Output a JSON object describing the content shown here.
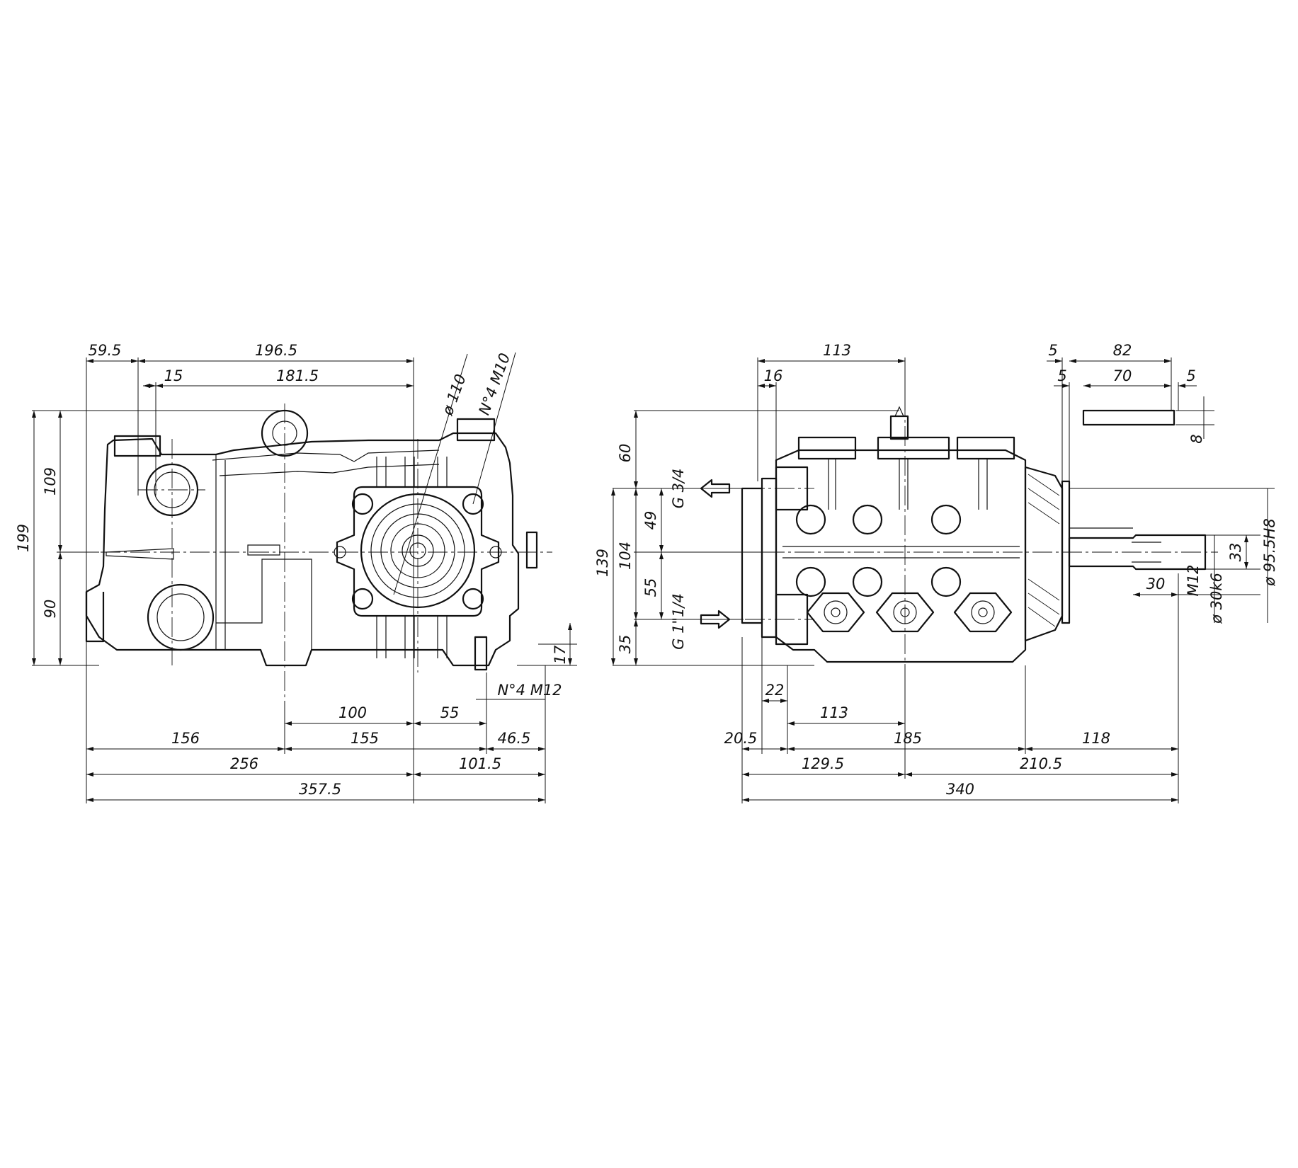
{
  "views": {
    "side": {
      "horizontal": {
        "d59_5": "59.5",
        "d196_5": "196.5",
        "d15": "15",
        "d181_5": "181.5",
        "d100": "100",
        "d55": "55",
        "d156": "156",
        "d155": "155",
        "d46_5": "46.5",
        "d256": "256",
        "d101_5": "101.5",
        "d357_5": "357.5"
      },
      "vertical": {
        "d199": "199",
        "d109": "109",
        "d90": "90",
        "d17": "17"
      },
      "notes": {
        "flange_dia": "ø 110",
        "flange_bolts": "N°4 M10",
        "foot_bolts": "N°4 M12"
      }
    },
    "front": {
      "horizontal": {
        "d113_top": "113",
        "d16": "16",
        "d5_a": "5",
        "d82": "82",
        "d5_b": "5",
        "d70": "70",
        "d5_c": "5",
        "d22": "22",
        "d113_bot": "113",
        "d20_5": "20.5",
        "d185": "185",
        "d118": "118",
        "d129_5": "129.5",
        "d210_5": "210.5",
        "d340": "340",
        "d30": "30"
      },
      "vertical": {
        "d60": "60",
        "d139": "139",
        "d49": "49",
        "d104": "104",
        "d55": "55",
        "d35": "35",
        "d8": "8",
        "d33": "33"
      },
      "notes": {
        "outlet": "G 3/4",
        "inlet": "G 1\"1/4",
        "shaft_thread": "M12",
        "shaft_dia": "ø 30k6",
        "housing_dia": "ø 95.5H8"
      }
    }
  }
}
